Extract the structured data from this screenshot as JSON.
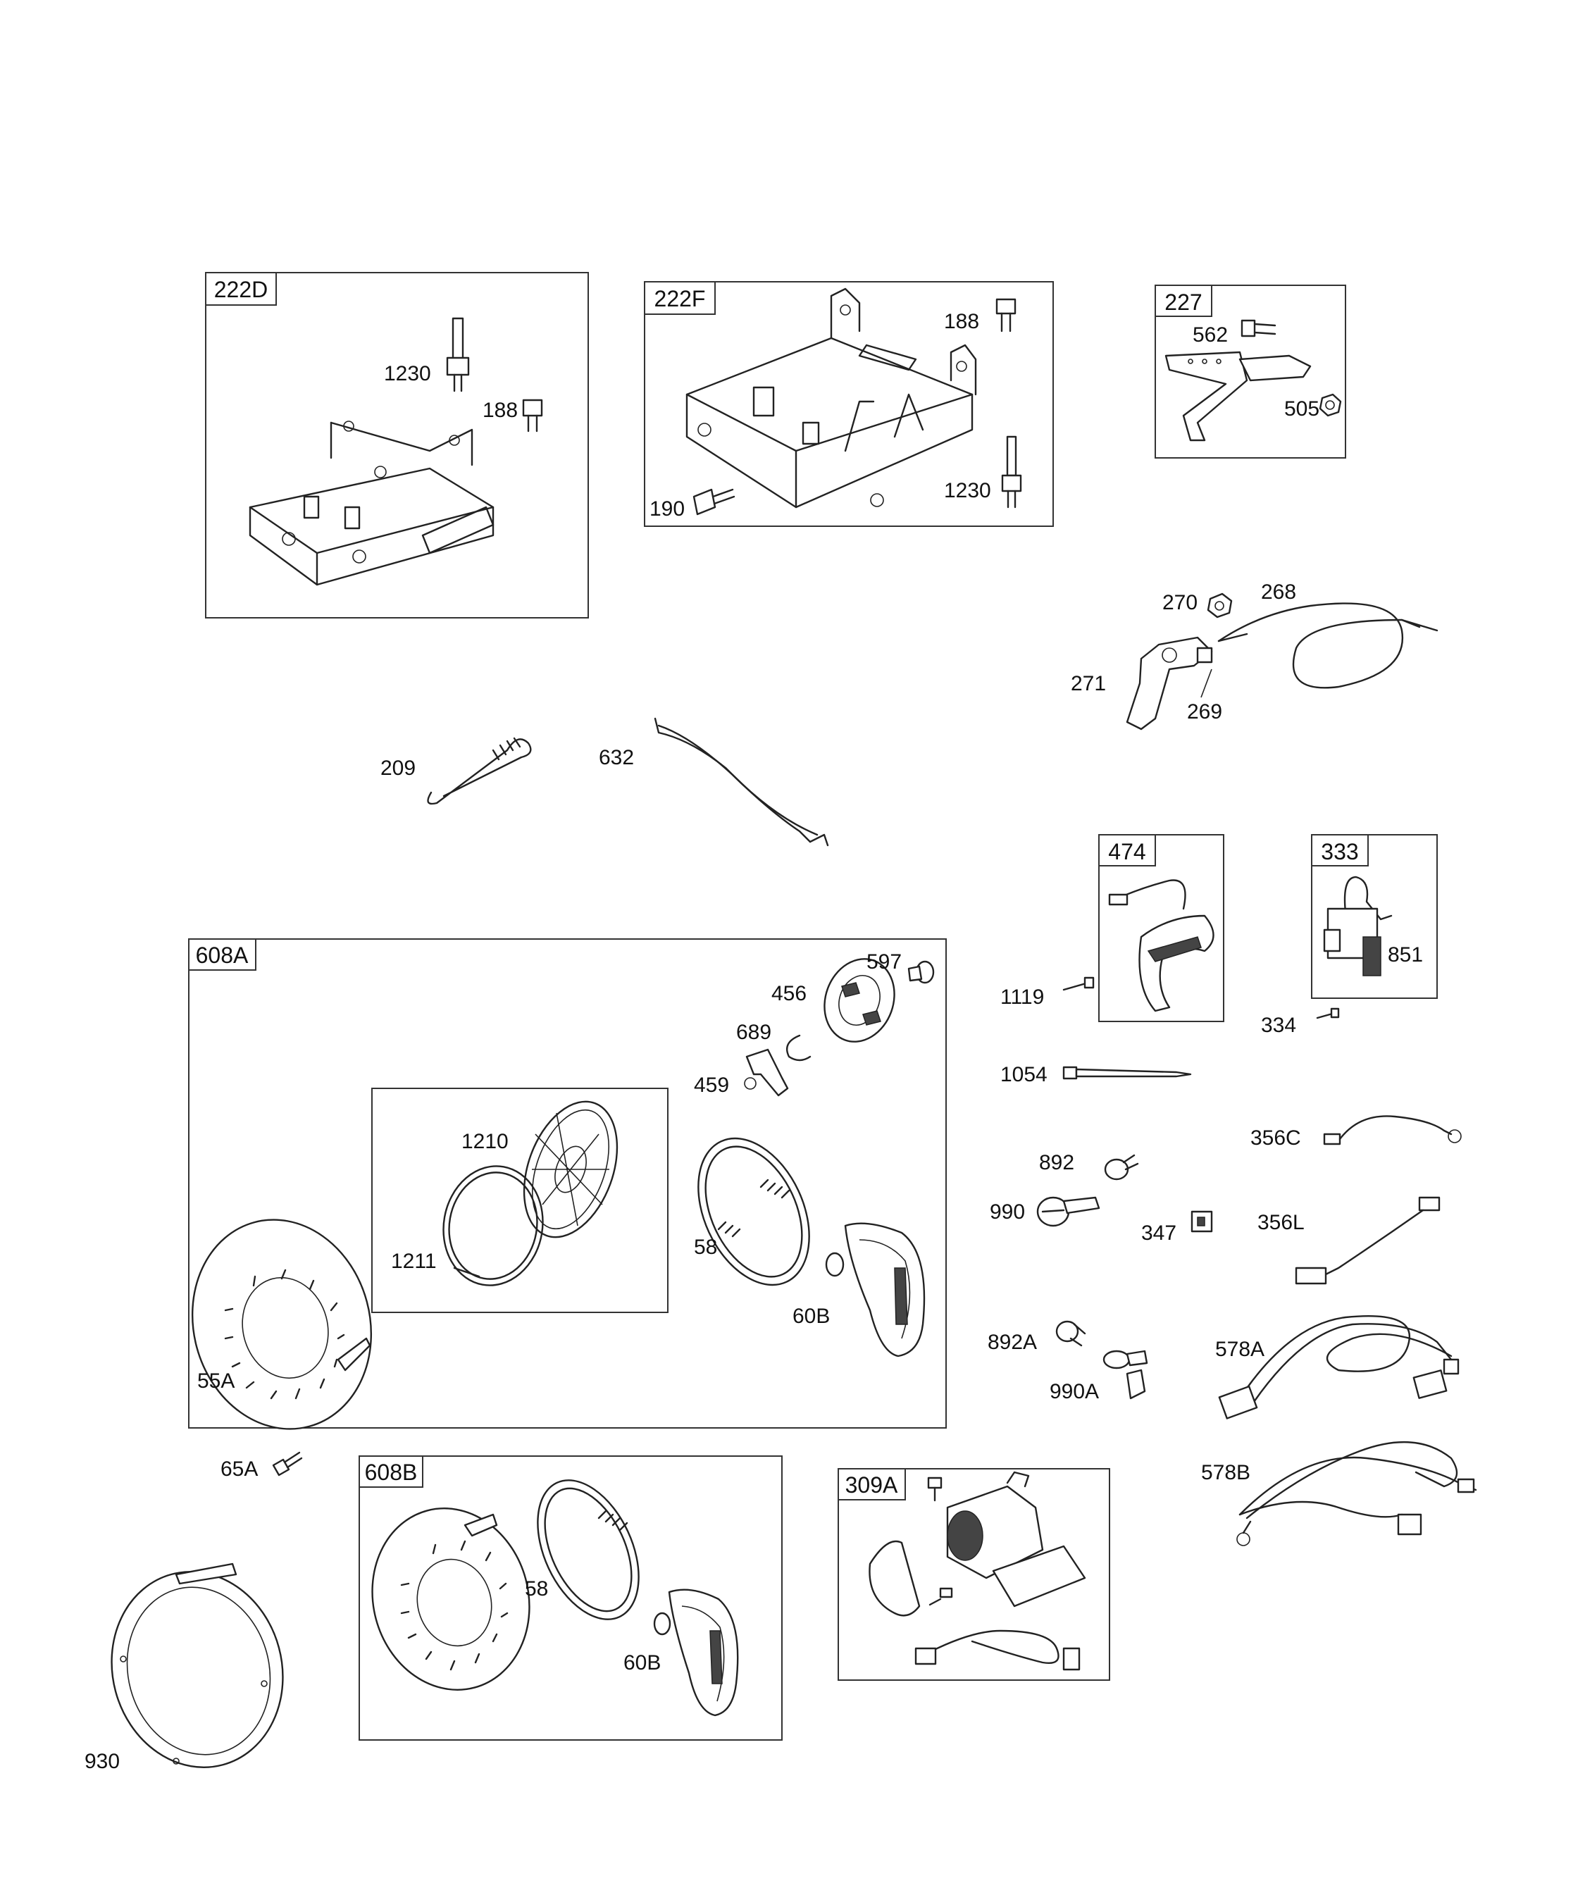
{
  "boxes": {
    "b222D": "222D",
    "b222F": "222F",
    "b227": "227",
    "b474": "474",
    "b333": "333",
    "b608A": "608A",
    "b608B": "608B",
    "b309A": "309A"
  },
  "labels": {
    "l1230a": "1230",
    "l188a": "188",
    "l188b": "188",
    "l190": "190",
    "l1230b": "1230",
    "l562": "562",
    "l505": "505",
    "l270": "270",
    "l268": "268",
    "l271": "271",
    "l269": "269",
    "l209": "209",
    "l632": "632",
    "l597": "597",
    "l456": "456",
    "l689": "689",
    "l459": "459",
    "l1210": "1210",
    "l1211": "1211",
    "l58a": "58",
    "l60Ba": "60B",
    "l55A": "55A",
    "l1119": "1119",
    "l851": "851",
    "l334": "334",
    "l1054": "1054",
    "l356C": "356C",
    "l892": "892",
    "l990": "990",
    "l347": "347",
    "l356L": "356L",
    "l892A": "892A",
    "l990A": "990A",
    "l578A": "578A",
    "l578B": "578B",
    "l65A": "65A",
    "l58b": "58",
    "l60Bb": "60B",
    "l930": "930"
  }
}
